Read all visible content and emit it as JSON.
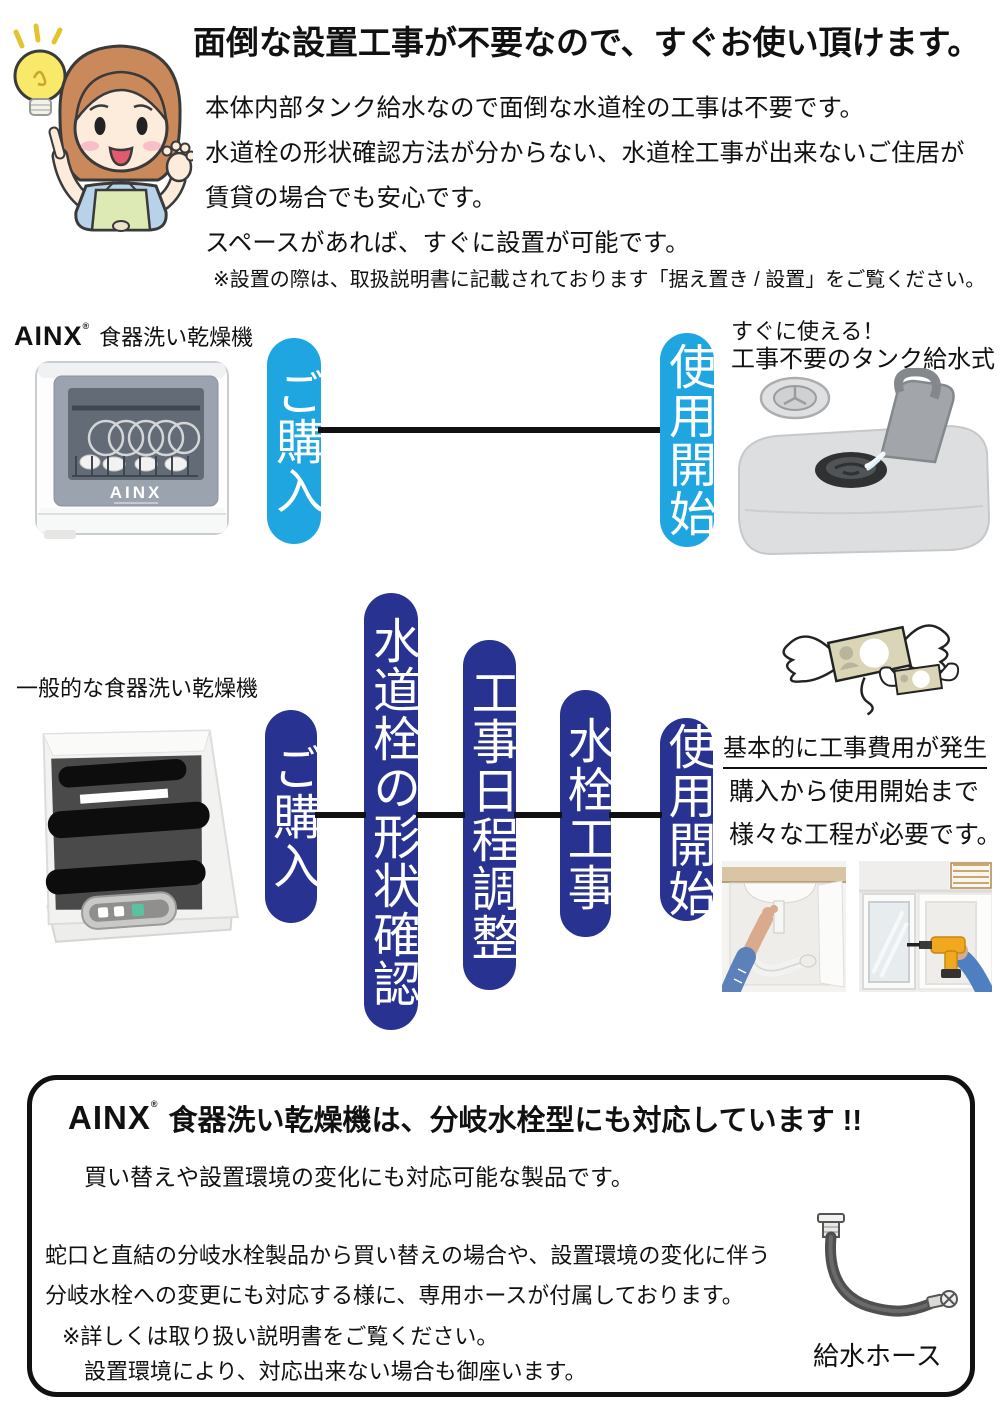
{
  "colors": {
    "accent_blue": "#1FA6E0",
    "accent_navy": "#283291",
    "text": "#111111"
  },
  "header": {
    "title": "面倒な設置工事が不要なので、すぐお使い頂けます。",
    "line1": "本体内部タンク給水なので面倒な水道栓の工事は不要です。",
    "line2": "水道栓の形状確認方法が分からない、水道栓工事が出来ないご住居が",
    "line3": "賃貸の場合でも安心です。",
    "line4": "スペースがあれば、すぐに設置が可能です。",
    "note": "※設置の際は、取扱説明書に記載されております「据え置き / 設置」をご覧ください。"
  },
  "flow_ainx": {
    "brand": "AINX",
    "brand_reg": "®",
    "label": "食器洗い乾燥機",
    "step_purchase": "ご購入",
    "step_start": "使用開始",
    "callout_line1": "すぐに使える！",
    "callout_line2": "工事不要のタンク給水式",
    "machine_logo": "AINX"
  },
  "flow_generic": {
    "label": "一般的な食器洗い乾燥機",
    "steps": [
      "ご購入",
      "水道栓の形状確認",
      "工事日程調整",
      "水栓工事",
      "使用開始"
    ],
    "cost_title": "基本的に工事費用が発生",
    "cost_line1": "購入から使用開始まで",
    "cost_line2": "様々な工程が必要です。"
  },
  "footer_box": {
    "brand": "AINX",
    "brand_reg": "®",
    "title": "食器洗い乾燥機は、分岐水栓型にも対応しています !!",
    "subtitle": "買い替えや設置環境の変化にも対応可能な製品です。",
    "body_line1": "蛇口と直結の分岐水栓製品から買い替えの場合や、設置環境の変化に伴う",
    "body_line2": "分岐水栓への変更にも対応する様に、専用ホースが付属しております。",
    "note_line1": "※詳しくは取り扱い説明書をご覧ください。",
    "note_line2": "設置環境により、対応出来ない場合も御座います。",
    "hose_label": "給水ホース"
  }
}
